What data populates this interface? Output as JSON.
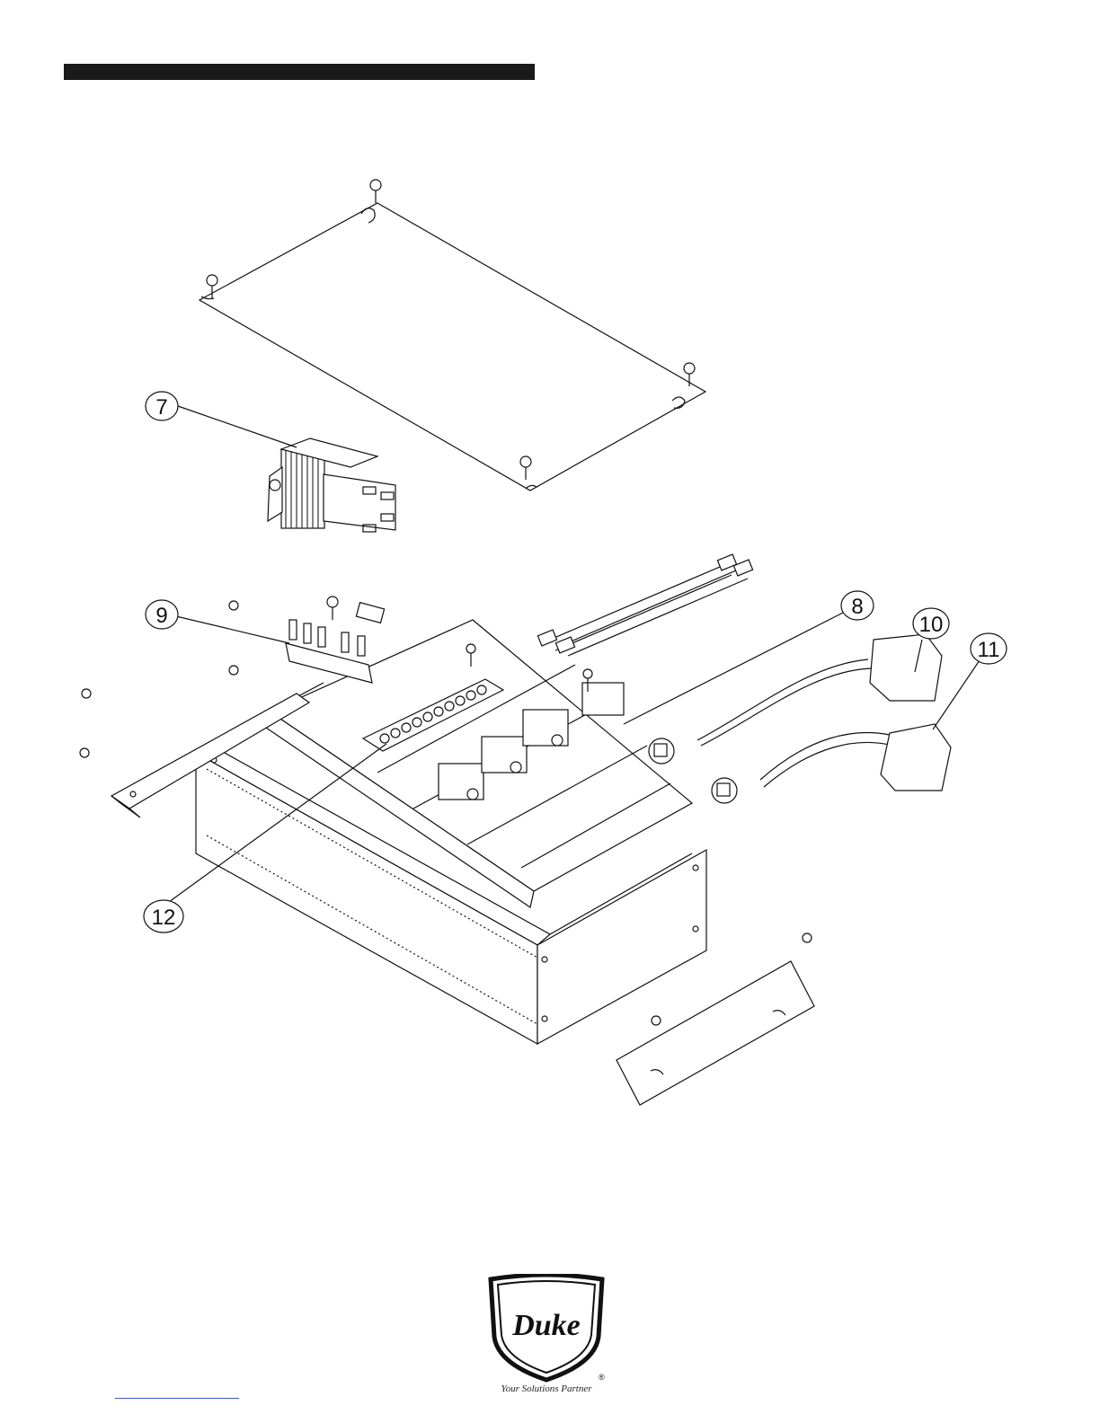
{
  "callouts": [
    {
      "id": "7",
      "label": "7"
    },
    {
      "id": "8",
      "label": "8"
    },
    {
      "id": "9",
      "label": "9"
    },
    {
      "id": "10",
      "label": "10"
    },
    {
      "id": "11",
      "label": "11"
    },
    {
      "id": "12",
      "label": "12"
    }
  ],
  "logo": {
    "brand": "Duke",
    "registered": "®"
  },
  "tagline": "Your Solutions Partner",
  "colors": {
    "ink": "#111111",
    "footer_line": "#3b55c9"
  }
}
